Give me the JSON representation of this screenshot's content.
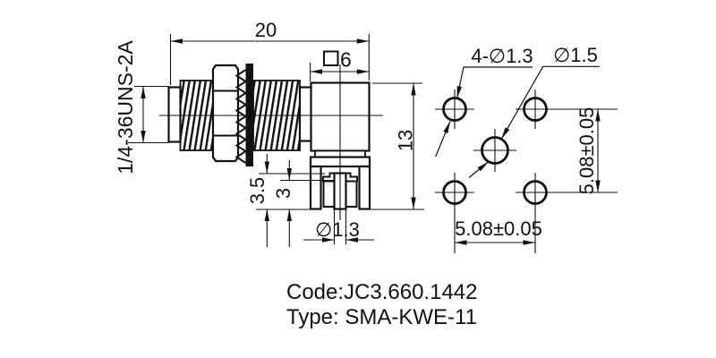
{
  "drawing": {
    "colors": {
      "ink": "#111111",
      "background": "#ffffff"
    },
    "side_view": {
      "width_dim": "20",
      "square_side_dim": "6",
      "thread_spec": "1/4-36UNS-2A",
      "body_height_dim": "13",
      "standoff_dim": "3.5",
      "inner_standoff_dim": "3",
      "pin_diameter_dim": "∅1.3"
    },
    "footprint": {
      "corner_holes_label": "4-∅1.3",
      "center_hole_label": "∅1.5",
      "pitch_horizontal": "5.08±0.05",
      "pitch_vertical": "5.08±0.05"
    },
    "caption": {
      "code": "Code:JC3.660.1442",
      "type": "Type: SMA-KWE-11"
    }
  }
}
